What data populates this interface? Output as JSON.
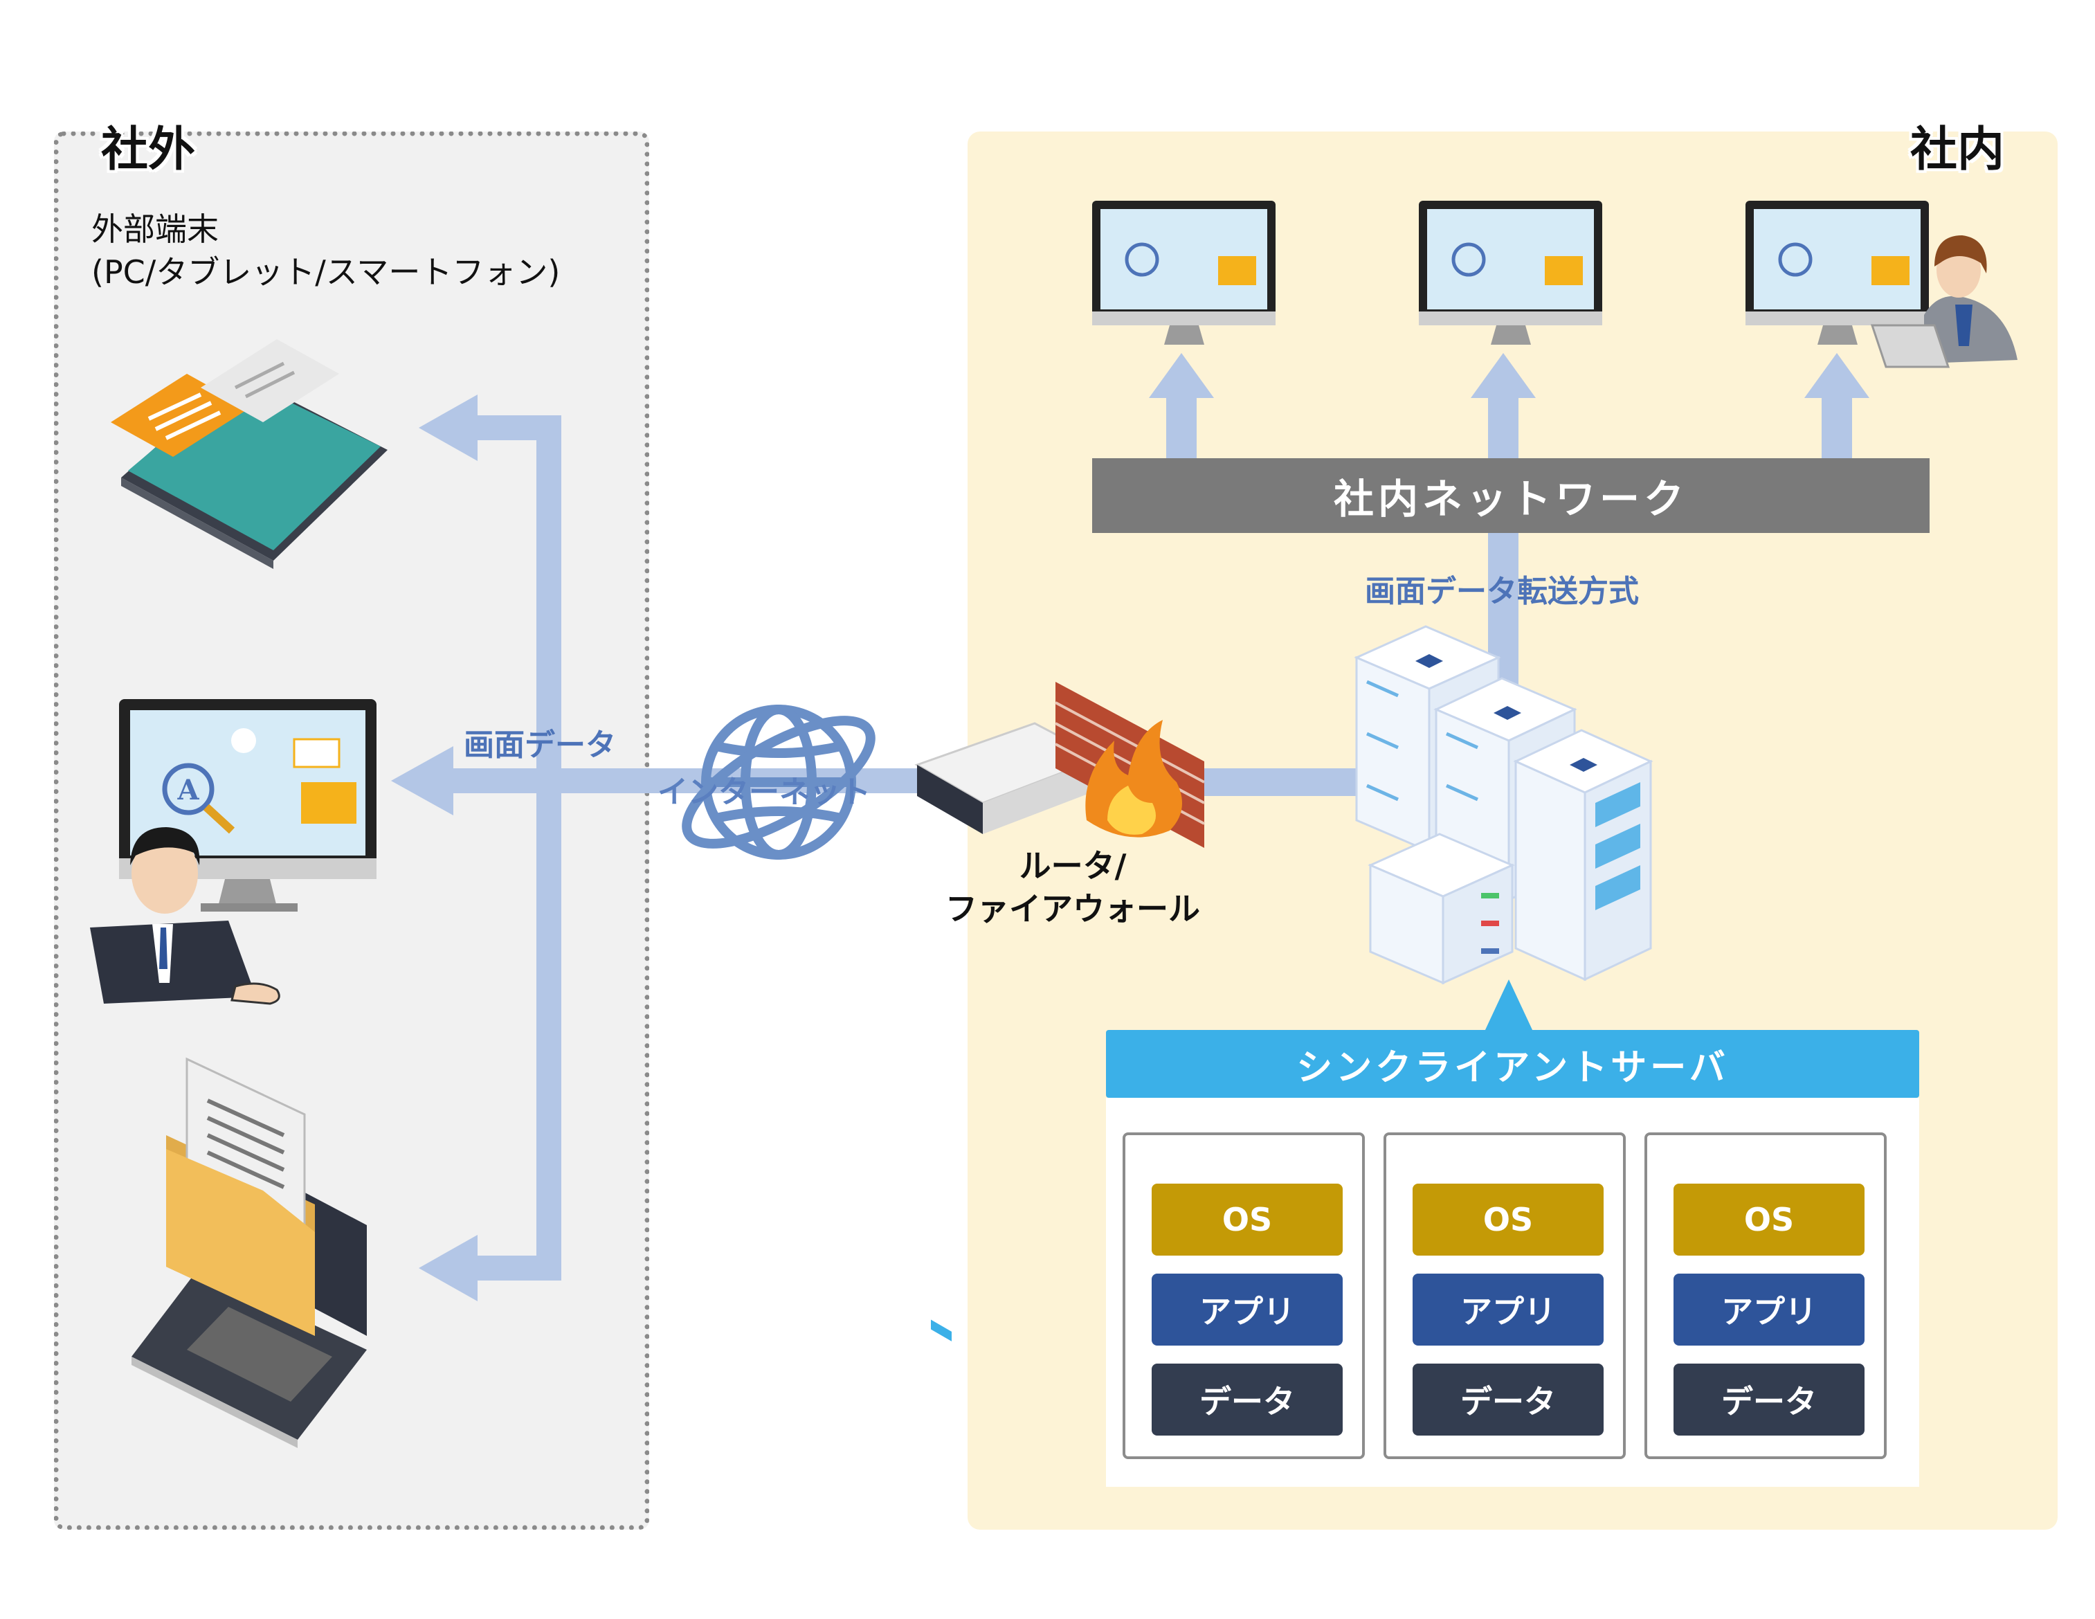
{
  "zones": {
    "outside": {
      "title": "社外",
      "terminal_label_line1": "外部端末",
      "terminal_label_line2": "(PC/タブレット/スマートフォン)"
    },
    "inside": {
      "title": "社内"
    }
  },
  "labels": {
    "screen_data": "画面データ",
    "internet": "インターネット",
    "router_line1": "ルータ/",
    "router_line2": "ファイアウォール",
    "transfer_method": "画面データ転送方式",
    "internal_network": "社内ネットワーク",
    "thin_client_server": "シンクライアントサーバ"
  },
  "vms": [
    {
      "os": "OS",
      "app": "アプリ",
      "data": "データ"
    },
    {
      "os": "OS",
      "app": "アプリ",
      "data": "データ"
    },
    {
      "os": "OS",
      "app": "アプリ",
      "data": "データ"
    }
  ],
  "colors": {
    "arrow": "#b3c6e6",
    "outside_bg": "#f1f1f1",
    "inside_bg": "#fdf3d6",
    "network_bar": "#7a7a7a",
    "server_bar": "#3bb0e8",
    "os": "#c49a06",
    "app": "#2e549a",
    "data": "#333d50"
  },
  "icons": [
    "tablet-icon",
    "desktop-monitor-icon",
    "businessman-icon",
    "laptop-folder-icon",
    "globe-icon",
    "router-icon",
    "firewall-icon",
    "server-rack-icon",
    "office-monitor-icon",
    "businesswoman-icon"
  ]
}
